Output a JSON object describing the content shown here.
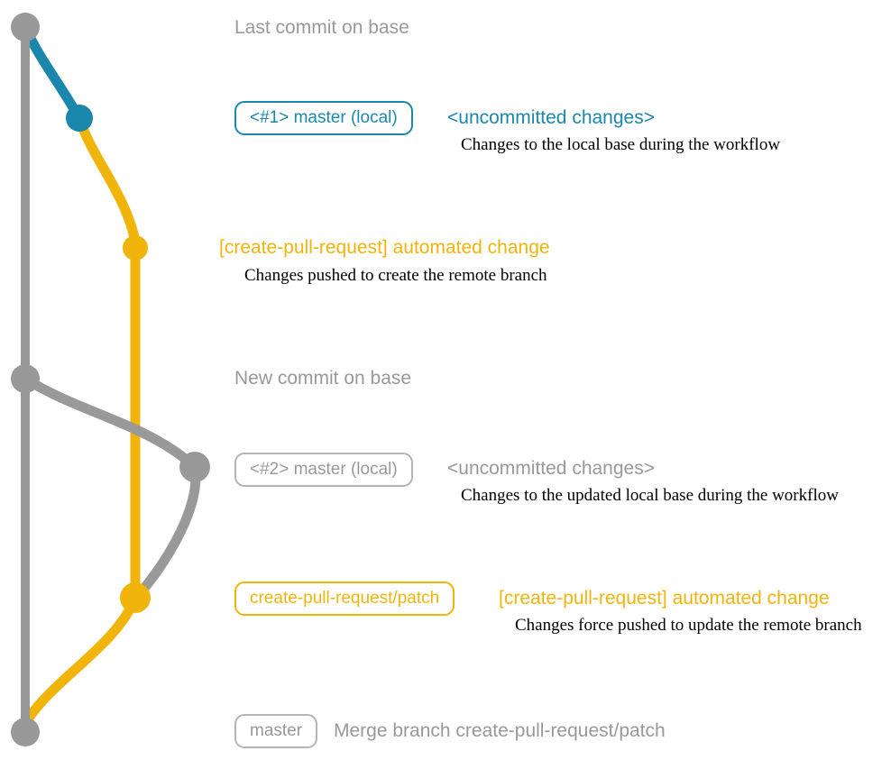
{
  "colors": {
    "gray": "#999999",
    "gray_border": "#b5b5b5",
    "teal": "#1b87ad",
    "yellow": "#f0b40a",
    "black": "#000000",
    "background": "#ffffff"
  },
  "graph": {
    "description": "Git commit graph with base branch (gray), uncommitted local changes (teal), and create-pull-request/patch branch (yellow)",
    "nodes": [
      {
        "id": "base-commit-1",
        "color_key": "gray"
      },
      {
        "id": "local-master-1",
        "color_key": "teal"
      },
      {
        "id": "patch-commit-1",
        "color_key": "yellow"
      },
      {
        "id": "base-commit-2",
        "color_key": "gray"
      },
      {
        "id": "local-master-2",
        "color_key": "gray"
      },
      {
        "id": "patch-commit-2",
        "color_key": "yellow"
      },
      {
        "id": "merge-commit",
        "color_key": "gray"
      }
    ]
  },
  "annotations": {
    "last_commit": {
      "text": "Last commit on base"
    },
    "row1": {
      "badge": "<#1> master (local)",
      "title": "<uncommitted changes>",
      "subtitle": "Changes to the local base during the workflow"
    },
    "row2": {
      "title": "[create-pull-request] automated change",
      "subtitle": "Changes pushed to create the remote branch"
    },
    "new_commit": {
      "text": "New commit on base"
    },
    "row3": {
      "badge": "<#2> master (local)",
      "title": "<uncommitted changes>",
      "subtitle": "Changes to the updated local base during the workflow"
    },
    "row4": {
      "badge": "create-pull-request/patch",
      "title": "[create-pull-request] automated change",
      "subtitle": "Changes force pushed to update the remote branch"
    },
    "row5": {
      "badge": "master",
      "text": "Merge branch create-pull-request/patch"
    }
  }
}
